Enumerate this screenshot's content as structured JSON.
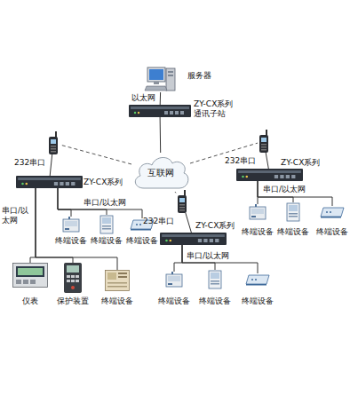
{
  "diagram": {
    "nodes": [
      {
        "text": [
          "服务器"
        ]
      },
      {
        "text": [
          "ZY-CX系列 通讯子站"
        ]
      },
      {
        "text": [
          "互联网"
        ]
      },
      {
        "text": [
          "232串口"
        ]
      },
      {
        "text": [
          "ZY-CX系列"
        ]
      },
      {
        "text": [
          "终端设备"
        ]
      },
      {
        "text": [
          "终端设备"
        ]
      },
      {
        "text": [
          "终端设备"
        ]
      },
      {
        "text": [
          "仪表"
        ]
      },
      {
        "text": [
          "保护装置"
        ]
      },
      {
        "text": [
          "终端设备"
        ]
      },
      {
        "text": [
          "232串口"
        ]
      },
      {
        "text": [
          "ZY-CX系列"
        ]
      },
      {
        "text": [
          "终端设备"
        ]
      },
      {
        "text": [
          "终端设备"
        ]
      },
      {
        "text": [
          "终端设备"
        ]
      },
      {
        "text": [
          "232串口"
        ]
      },
      {
        "text": [
          "ZY-CX系列"
        ]
      },
      {
        "text": [
          "终端设备"
        ]
      },
      {
        "text": [
          "终端设备"
        ]
      },
      {
        "text": [
          "终端设备"
        ]
      }
    ],
    "edges": [
      {
        "from": 0,
        "to": 1,
        "arrow": "none",
        "label": "以太网"
      },
      {
        "from": 1,
        "to": 2,
        "arrow": "none"
      },
      {
        "from": 2,
        "to": 3,
        "arrow": "none"
      },
      {
        "from": 2,
        "to": 11,
        "arrow": "none"
      },
      {
        "from": 2,
        "to": 16,
        "arrow": "none"
      },
      {
        "from": 3,
        "to": 4,
        "arrow": "none"
      },
      {
        "from": 11,
        "to": 12,
        "arrow": "none"
      },
      {
        "from": 16,
        "to": 17,
        "arrow": "none"
      },
      {
        "from": 4,
        "to": 5,
        "arrow": "none"
      },
      {
        "from": 4,
        "to": 6,
        "arrow": "none"
      },
      {
        "from": 4,
        "to": 7,
        "arrow": "none"
      },
      {
        "from": 4,
        "to": 8,
        "arrow": "none"
      },
      {
        "from": 4,
        "to": 9,
        "arrow": "none"
      },
      {
        "from": 4,
        "to": 10,
        "arrow": "none"
      },
      {
        "from": 12,
        "to": 13,
        "arrow": "none"
      },
      {
        "from": 12,
        "to": 14,
        "arrow": "none"
      },
      {
        "from": 12,
        "to": 15,
        "arrow": "none"
      },
      {
        "from": 17,
        "to": 18,
        "arrow": "none"
      },
      {
        "from": 17,
        "to": 19,
        "arrow": "none"
      },
      {
        "from": 17,
        "to": 20,
        "arrow": "none"
      }
    ],
    "labels": [
      "串口/以太网",
      "串口/以 太网",
      "串口/以太网",
      "串口/以太网"
    ]
  }
}
